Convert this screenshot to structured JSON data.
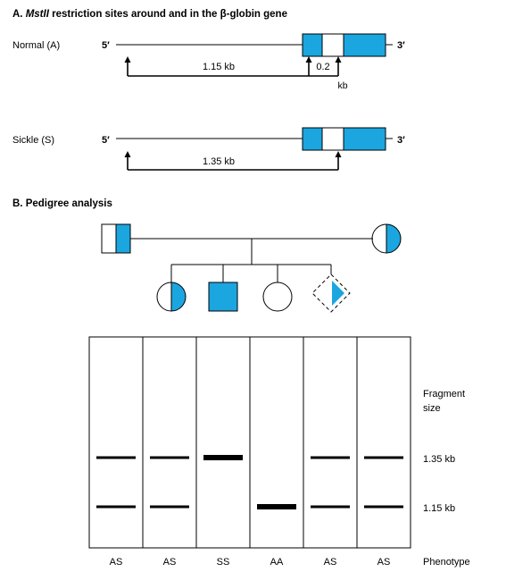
{
  "colors": {
    "accent": "#1ba6e0",
    "ink": "#000000",
    "paper": "#ffffff"
  },
  "section_a": {
    "title_prefix": "A. ",
    "title_italic": "MstII",
    "title_rest": " restriction sites around and in the β-globin gene",
    "normal": {
      "label": "Normal (A)",
      "five_prime": "5′",
      "three_prime": "3′",
      "long_fragment": "1.15 kb",
      "short_fragment": "0.2",
      "short_unit": "kb"
    },
    "sickle": {
      "label": "Sickle (S)",
      "five_prime": "5′",
      "three_prime": "3′",
      "fragment": "1.35 kb"
    }
  },
  "section_b": {
    "title": "B. Pedigree analysis"
  },
  "gel": {
    "fragment_size_label_line1": "Fragment",
    "fragment_size_label_line2": "size",
    "size_high": "1.35 kb",
    "size_low": "1.15 kb",
    "phenotype_label": "Phenotype",
    "lanes": [
      {
        "phenotype": "AS",
        "band_135": "normal",
        "band_115": "normal"
      },
      {
        "phenotype": "AS",
        "band_135": "normal",
        "band_115": "normal"
      },
      {
        "phenotype": "SS",
        "band_135": "thick",
        "band_115": "none"
      },
      {
        "phenotype": "AA",
        "band_135": "none",
        "band_115": "thick"
      },
      {
        "phenotype": "AS",
        "band_135": "normal",
        "band_115": "normal"
      },
      {
        "phenotype": "AS",
        "band_135": "normal",
        "band_115": "normal"
      }
    ]
  }
}
